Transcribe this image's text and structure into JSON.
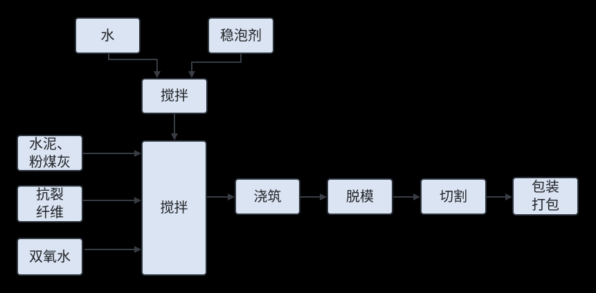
{
  "diagram": {
    "type": "flowchart",
    "background_color": "#000000",
    "node_fill_color": "#dbe4f2",
    "node_border_color": "#2b323c",
    "connector_color": "#383d44",
    "text_color": "#212429"
  },
  "nodes": {
    "water": {
      "label": "水"
    },
    "foam_stabilizer": {
      "label": "稳泡剂"
    },
    "mixing_1": {
      "label": "搅拌"
    },
    "cement_flyash": {
      "label": "水泥、\n粉煤灰"
    },
    "anticrack_fiber": {
      "label": "抗裂\n纤维"
    },
    "hydrogen_peroxide": {
      "label": "双氧水"
    },
    "mixing_2": {
      "label": "搅拌"
    },
    "pouring": {
      "label": "浇筑"
    },
    "demolding": {
      "label": "脱模"
    },
    "cutting": {
      "label": "切割"
    },
    "packing": {
      "label": "包装\n打包"
    }
  },
  "edges": [
    {
      "from": "water",
      "to": "mixing_1"
    },
    {
      "from": "foam_stabilizer",
      "to": "mixing_1"
    },
    {
      "from": "mixing_1",
      "to": "mixing_2"
    },
    {
      "from": "cement_flyash",
      "to": "mixing_2"
    },
    {
      "from": "anticrack_fiber",
      "to": "mixing_2"
    },
    {
      "from": "hydrogen_peroxide",
      "to": "mixing_2"
    },
    {
      "from": "mixing_2",
      "to": "pouring"
    },
    {
      "from": "pouring",
      "to": "demolding"
    },
    {
      "from": "demolding",
      "to": "cutting"
    },
    {
      "from": "cutting",
      "to": "packing"
    }
  ]
}
